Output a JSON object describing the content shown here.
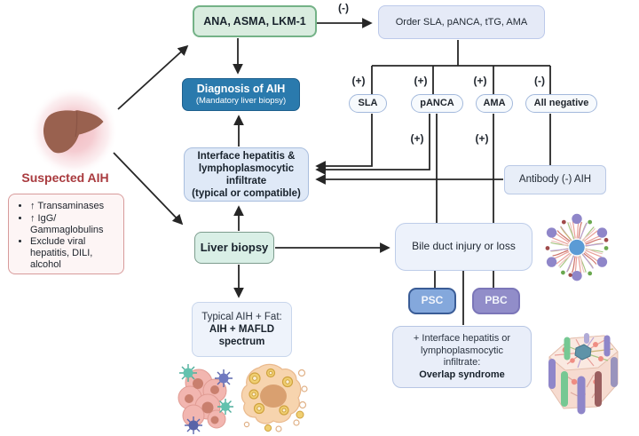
{
  "figure_type": "flowchart",
  "palette": {
    "green_box_bg": "#d9ecdf",
    "green_box_border": "#74b287",
    "blue_box_bg": "#e5eaf7",
    "blue_box_border": "#bcc9ea",
    "dark_blue_bg": "#2a7aad",
    "psc_bg": "#84a8dc",
    "pbc_bg": "#918dc9",
    "suspected_red": "#a93a3e",
    "arrow_color": "#262626"
  },
  "left_panel": {
    "liver_icon": "liver-with-pink-glow",
    "suspected_label": "Suspected AIH",
    "criteria": [
      "↑ Transaminases",
      "↑ IgG/​Gammaglobulins",
      "Exclude viral hepatitis, DILI, alcohol"
    ]
  },
  "nodes": {
    "ana": {
      "label": "ANA, ASMA, LKM-1"
    },
    "order": {
      "label": "Order SLA, pANCA, tTG, AMA"
    },
    "diagnosis": {
      "title": "Diagnosis of AIH",
      "subtitle": "(Mandatory liver biopsy)"
    },
    "interface": {
      "lines": [
        "Interface hepatitis &",
        "lymphoplasmocytic",
        "infiltrate",
        "(typical or compatible)"
      ]
    },
    "biopsy": {
      "label": "Liver biopsy"
    },
    "typical": {
      "line1": "Typical AIH + Fat:",
      "line2": "AIH + MAFLD",
      "line3": "spectrum"
    },
    "sla": {
      "label": "SLA"
    },
    "panca": {
      "label": "pANCA"
    },
    "ama": {
      "label": "AMA"
    },
    "all_negative": {
      "label": "All negative"
    },
    "antibody": {
      "label": "Antibody (-) AIH"
    },
    "bile_duct": {
      "label": "Bile duct injury or loss"
    },
    "psc": {
      "label": "PSC"
    },
    "pbc": {
      "label": "PBC"
    },
    "overlap": {
      "lines": [
        "+ Interface hepatitis or",
        "lymphoplasmocytic",
        "infiltrate:"
      ],
      "bold_line": "Overlap syndrome"
    }
  },
  "edge_labels": {
    "neg_top": "(-)",
    "plus_sla": "(+)",
    "plus_panca": "(+)",
    "plus_ama": "(+)",
    "neg_allneg": "(-)",
    "plus_panca_lower": "(+)",
    "plus_ama_lower": "(+)"
  },
  "icons": {
    "lobule_top": "liver-lobule-top-view",
    "lobule_3d": "liver-lobule-3d",
    "aih_cells": "hepatocytes-with-immune-cells",
    "fat_cells": "fatty-liver-tissue"
  }
}
